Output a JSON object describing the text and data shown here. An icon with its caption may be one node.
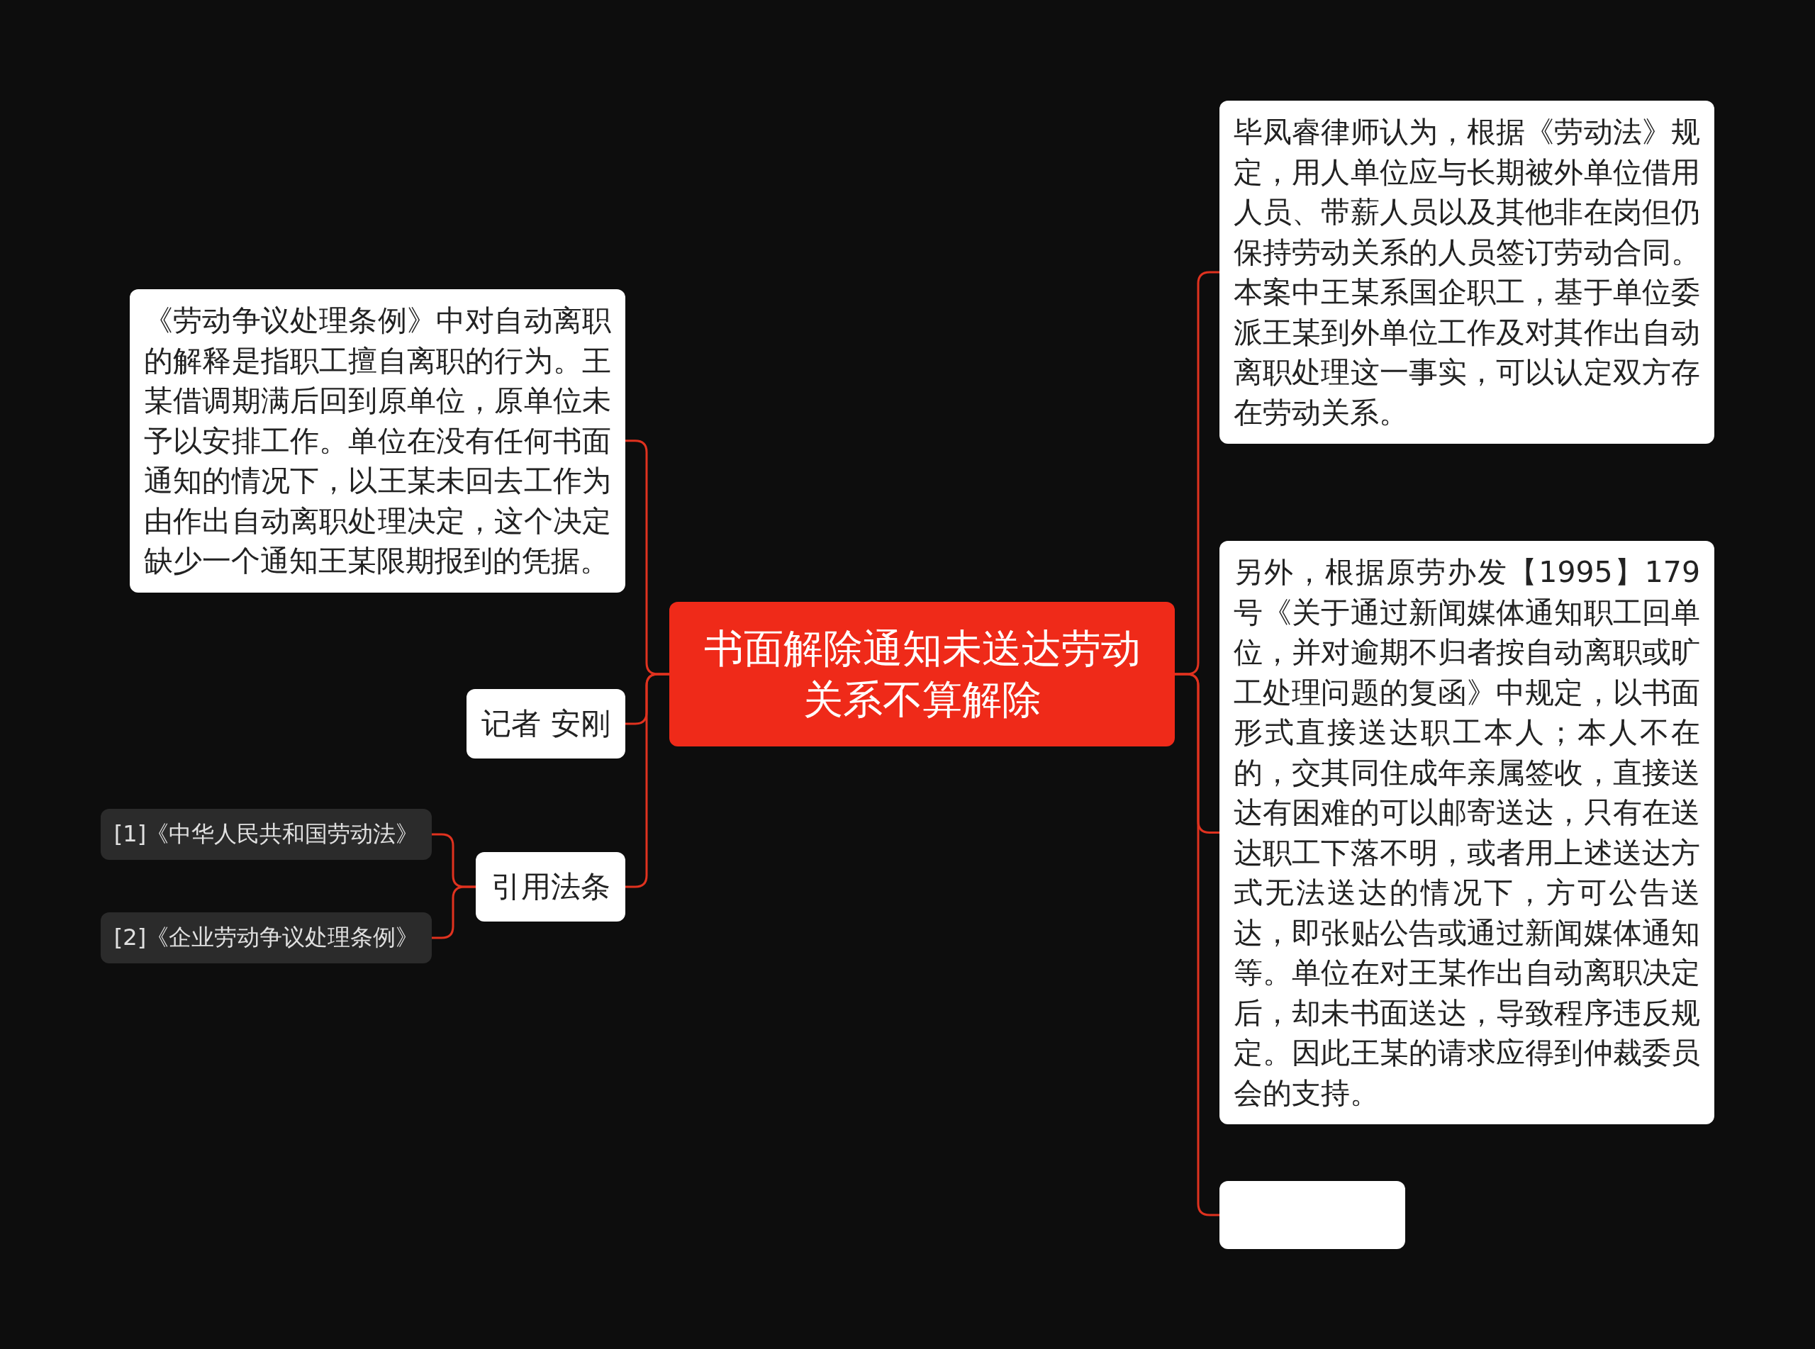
{
  "diagram": {
    "nodes": [
      {
        "text": [
          "书面解除通知未送达劳动关系不算解除"
        ]
      },
      {
        "text": [
          "《劳动争议处理条例》中对自动离职的解释是指职工擅自离职的行为。王某借调期满后回到原单位，原单位未予以安排工作。单位在没有任何书面通知的情况下，以王某未回去工作为由作出自动离职处理决定，这个决定缺少一个通知王某限期报到的凭据。"
        ]
      },
      {
        "text": [
          "记者 安刚"
        ]
      },
      {
        "text": [
          "引用法条"
        ]
      },
      {
        "text": [
          "[1]《中华人民共和国劳动法》"
        ]
      },
      {
        "text": [
          "[2]《企业劳动争议处理条例》"
        ]
      },
      {
        "text": [
          "毕凤睿律师认为，根据《劳动法》规定，用人单位应与长期被外单位借用人员、带薪人员以及其他非在岗但仍保持劳动关系的人员签订劳动合同。本案中王某系国企职工，基于单位委派王某到外单位工作及对其作出自动离职处理这一事实，可以认定双方存在劳动关系。"
        ]
      },
      {
        "text": [
          "另外，根据原劳办发【1995】179号《关于通过新闻媒体通知职工回单位，并对逾期不归者按自动离职或旷工处理问题的复函》中规定，以书面形式直接送达职工本人；本人不在的，交其同住成年亲属签收，直接送达有困难的可以邮寄送达，只有在送达职工下落不明，或者用上述送达方式无法送达的情况下，方可公告送达，即张贴公告或通过新闻媒体通知等。单位在对王某作出自动离职决定后，却未书面送达，导致程序违反规定。因此王某的请求应得到仲裁委员会的支持。"
        ]
      },
      {
        "text": [],
        "shape": "box"
      }
    ],
    "edges": [
      {
        "from": 0,
        "to": 1,
        "arrow": "none"
      },
      {
        "from": 0,
        "to": 2,
        "arrow": "none"
      },
      {
        "from": 0,
        "to": 3,
        "arrow": "none"
      },
      {
        "from": 3,
        "to": 4,
        "arrow": "none"
      },
      {
        "from": 3,
        "to": 5,
        "arrow": "none"
      },
      {
        "from": 0,
        "to": 6,
        "arrow": "none"
      },
      {
        "from": 0,
        "to": 7,
        "arrow": "none"
      },
      {
        "from": 0,
        "to": 8,
        "arrow": "none"
      }
    ]
  }
}
